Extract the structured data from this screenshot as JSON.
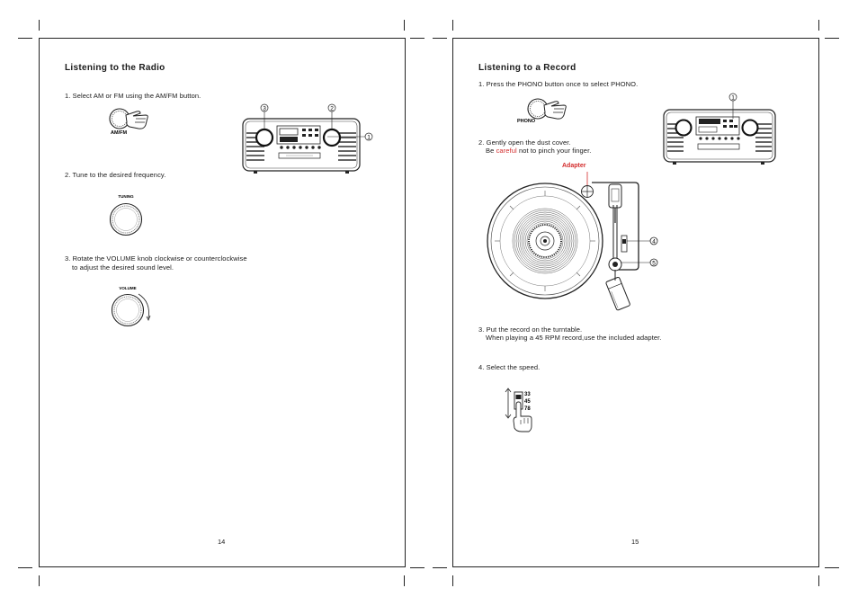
{
  "left_page": {
    "title": "Listening to the Radio",
    "step1": "1. Select AM or FM using the AM/FM button.",
    "amfm_label": "AM/FM",
    "step2": "2. Tune to the desired frequency.",
    "tuning_label": "TUNING",
    "step3_line1": "3. Rotate the VOLUME knob clockwise or counterclockwise",
    "step3_line2": "to adjust the  desired sound level.",
    "volume_label": "VOLUME",
    "callouts": [
      "3",
      "2",
      "1"
    ],
    "page_number": "14"
  },
  "right_page": {
    "title": "Listening to a Record",
    "step1": "1. Press the PHONO button once to select PHONO.",
    "phono_label": "PHONO",
    "step2_line1": "2. Gently open the dust cover.",
    "step2_be": "Be ",
    "step2_careful": "careful",
    "step2_rest": " not to pinch your finger.",
    "adapter_label": "Adapter",
    "step3_line1": "3. Put the record on the turntable.",
    "step3_line2": "When playing a 45 RPM record,use the included adapter.",
    "step4": "4. Select the speed.",
    "speeds": [
      "33",
      "45",
      "78"
    ],
    "callouts": [
      "1",
      "4",
      "5"
    ],
    "page_number": "15"
  },
  "colors": {
    "accent_red": "#d32c2c",
    "ink": "#1a1a1a"
  }
}
